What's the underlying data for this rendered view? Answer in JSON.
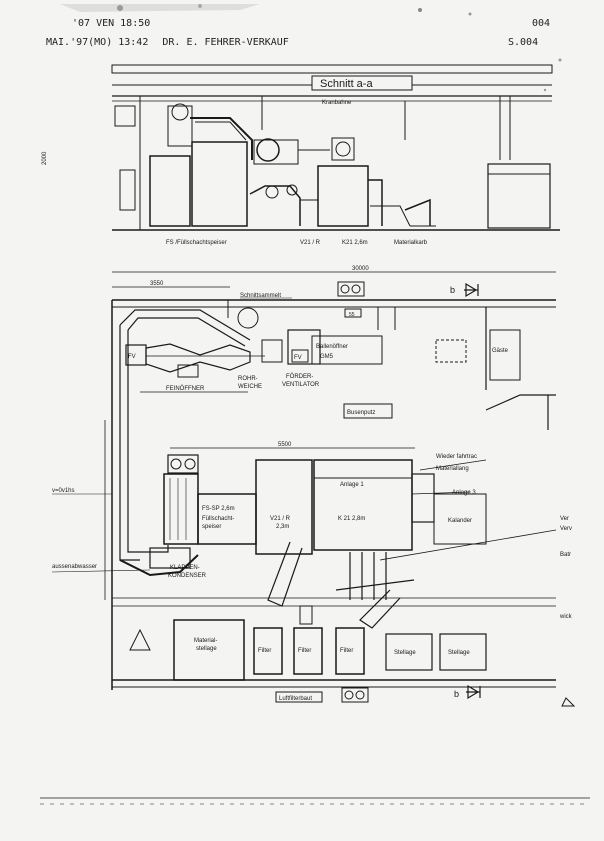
{
  "fax_header": {
    "line1_date": "'07 VEN 18:50",
    "line1_page": "004",
    "line2_date": "MAI.'97(MO) 13:42",
    "line2_sender": "DR. E. FEHRER-VERKAUF",
    "line2_page": "S.004"
  },
  "section": {
    "title": "Schnitt a-a",
    "beam_label": "Kranbahne",
    "dim_left": "2000",
    "labels": {
      "fs": "FS /Füllschachtspeiser",
      "v21": "V21 / R",
      "k21": "K21 2,6m",
      "mat": "Materialkarb"
    }
  },
  "plan": {
    "dim_top": "30000",
    "dim_left": "3550",
    "dim_mid": "5500",
    "schnitt_label": "Schnittsammelt",
    "section_marker": "b",
    "box_55": "55",
    "ballenoffner": "Ballenöffner",
    "gm_label": "GM5",
    "fv1": "FV",
    "fv2": "FV",
    "fein": "FEINÖFFNER",
    "rohr": "ROHR-\nWEICHE",
    "foerder": "FÖRDER-\nVENTILATOR",
    "busenputz": "Busenputz",
    "gaste": "Gäste",
    "wider": "Wieder fahrtrac",
    "materiallang": "Materiallang",
    "anlage1": "Anlage 1",
    "anlage3": "Anlage 3",
    "kalander": "Kalander",
    "fs_line1": "FS-SP 2,6m",
    "fs_line2": "Füllschacht-",
    "fs_line3": "speiser",
    "v21_line1": "V21 / R",
    "v21_line2": "2,3m",
    "k21": "K 21 2,8m",
    "klappen": "KLAPPEN-\nKONDENSER",
    "left_tag1": "v=0v1hs",
    "left_tag2": "aussenabwasser",
    "material_stellage": "Material-\nstellage",
    "filter1": "Filter",
    "filter2": "Filter",
    "filter3": "Filter",
    "stellage1": "Stellage",
    "stellage2": "Stellage",
    "luft_label": "Luftfilterbaut",
    "b_marker2": "b",
    "right_edge1": "Ver",
    "right_edge2": "Verv",
    "right_edge3": "Batr",
    "right_edge4": "wick"
  }
}
